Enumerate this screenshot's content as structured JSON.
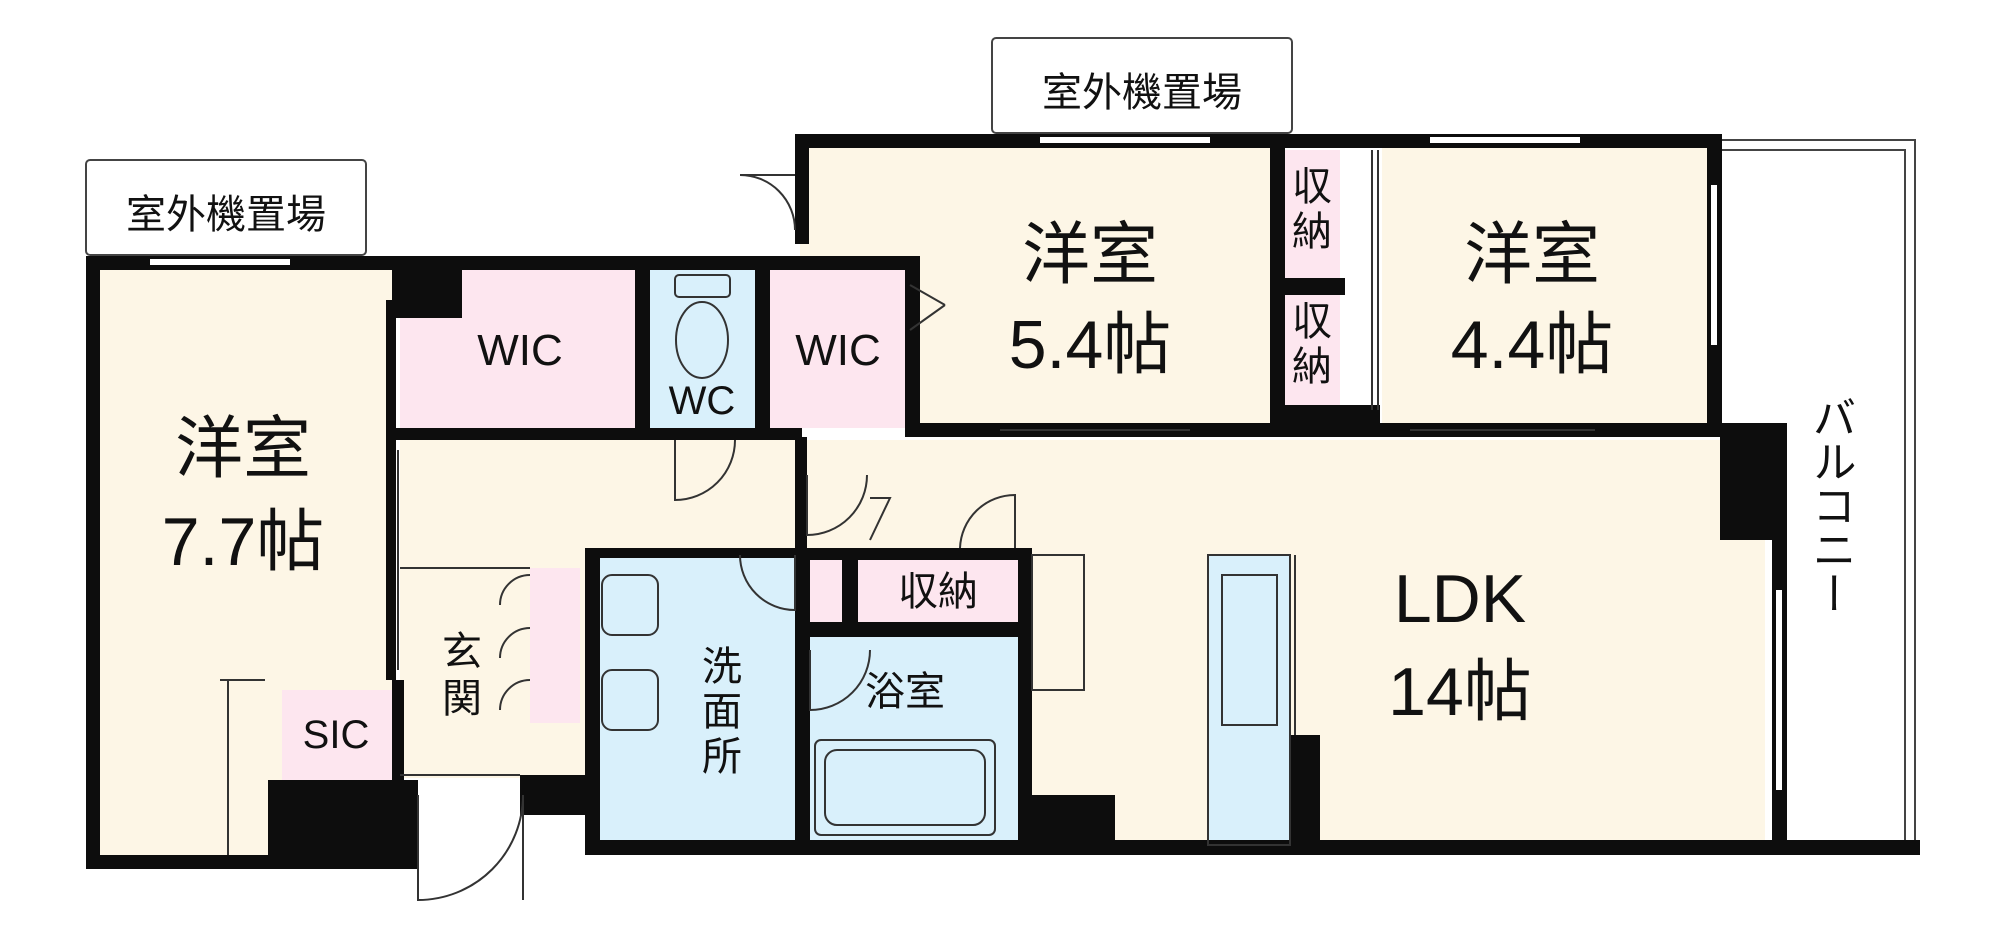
{
  "colors": {
    "wall": "#0d0d0d",
    "room_cream": "#fdf6e6",
    "storage_pink": "#fde6ef",
    "wet_blue": "#d9f0fb",
    "outdoor": "#ffffff",
    "line": "#333333"
  },
  "outdoor_unit_left": "室外機置場",
  "outdoor_unit_top": "室外機置場",
  "balcony": "バルコニー",
  "room_west": {
    "name": "洋室",
    "size": "7.7帖"
  },
  "room_center": {
    "name": "洋室",
    "size": "5.4帖"
  },
  "room_east": {
    "name": "洋室",
    "size": "4.4帖"
  },
  "ldk": {
    "name": "LDK",
    "size": "14帖"
  },
  "wic_left": "WIC",
  "wic_right": "WIC",
  "wc": "WC",
  "sic": "SIC",
  "entrance": [
    "玄",
    "関"
  ],
  "washroom": [
    "洗",
    "面",
    "所"
  ],
  "bathroom": "浴室",
  "storage_hall": "収納",
  "storage_top": [
    "収",
    "納"
  ],
  "storage_bottom": [
    "収",
    "納"
  ]
}
